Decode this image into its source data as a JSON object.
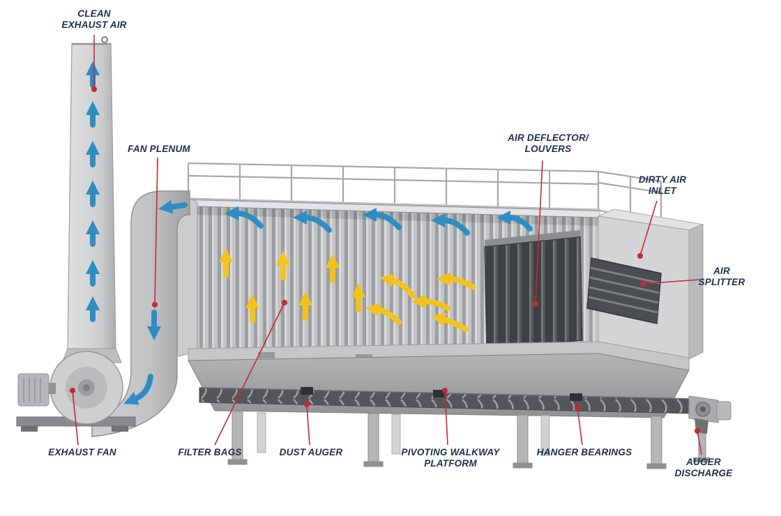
{
  "labels": {
    "clean_exhaust_air": "CLEAN\nEXHAUST AIR",
    "fan_plenum": "FAN PLENUM",
    "air_deflector_louvers": "AIR DEFLECTOR/\nLOUVERS",
    "dirty_air_inlet": "DIRTY AIR\nINLET",
    "air_splitter": "AIR\nSPLITTER",
    "exhaust_fan": "EXHAUST FAN",
    "filter_bags": "FILTER BAGS",
    "dust_auger": "DUST AUGER",
    "pivoting_walkway_platform": "PIVOTING WALKWAY\nPLATFORM",
    "hanger_bearings": "HANGER BEARINGS",
    "auger_discharge": "AUGER\nDISCHARGE"
  },
  "colors": {
    "label_text": "#1e2d4d",
    "leader_line": "#c5282f",
    "clean_air_arrow": "#2f8dc4",
    "dirty_air_arrow": "#f4c21c",
    "machine_gray": "#c6c8ca",
    "louver_dark": "#3e4144",
    "background": "#ffffff"
  }
}
